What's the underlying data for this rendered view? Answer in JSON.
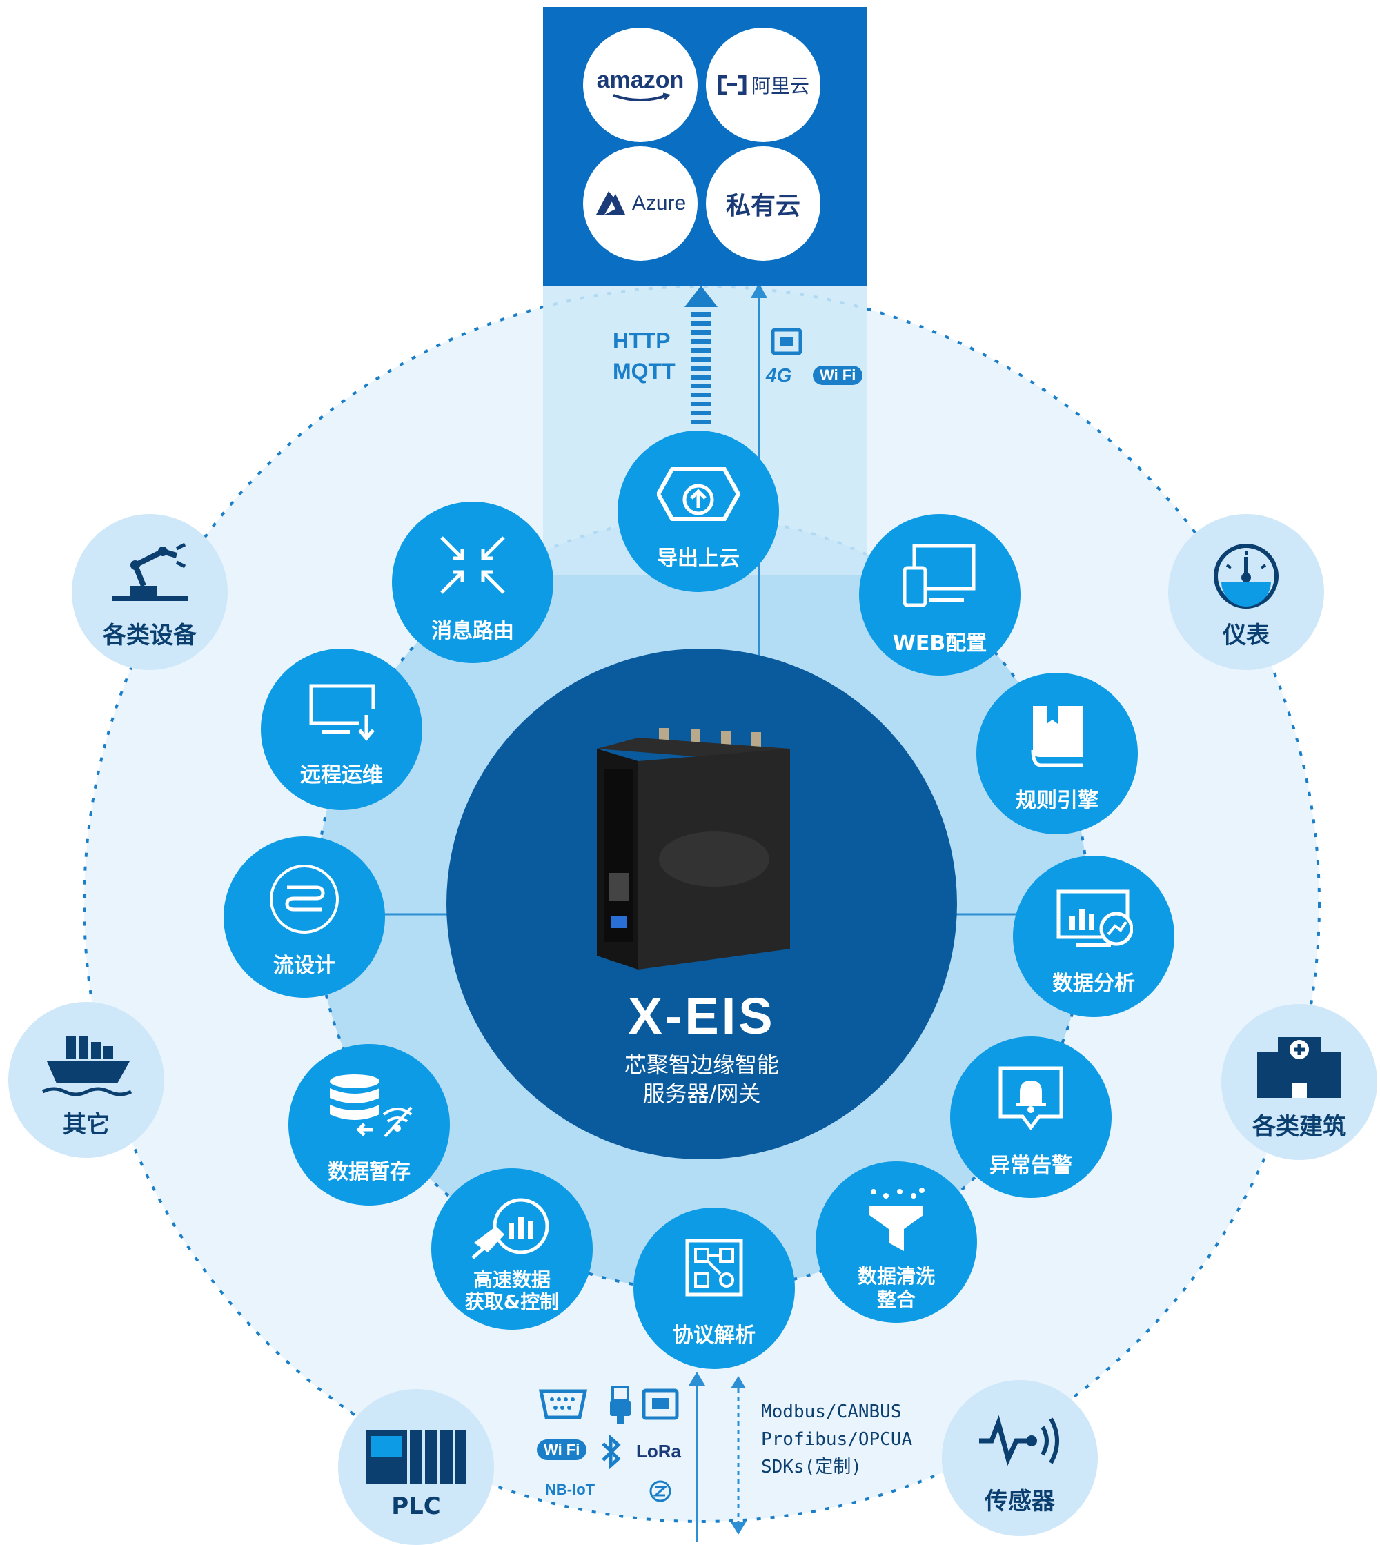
{
  "cloud": {
    "providers": [
      {
        "label": "amazon",
        "icon": "amazon-logo"
      },
      {
        "label": "阿里云",
        "icon": "aliyun-logo"
      },
      {
        "label": "Azure",
        "icon": "azure-logo"
      },
      {
        "label": "私有云",
        "icon": ""
      }
    ],
    "protocols": [
      "HTTP",
      "MQTT"
    ],
    "links": [
      "4G",
      "Wi Fi"
    ]
  },
  "center": {
    "title": "X-EIS",
    "subtitle_line1": "芯聚智边缘智能",
    "subtitle_line2": "服务器/网关"
  },
  "features": [
    {
      "label": "导出上云",
      "icon": "cloud-upload-icon"
    },
    {
      "label": "WEB配置",
      "icon": "devices-icon"
    },
    {
      "label": "规则引擎",
      "icon": "book-icon"
    },
    {
      "label": "数据分析",
      "icon": "analytics-icon"
    },
    {
      "label": "异常告警",
      "icon": "bell-icon"
    },
    {
      "label": "数据清洗",
      "label2": "整合",
      "icon": "filter-icon"
    },
    {
      "label": "协议解析",
      "icon": "protocol-icon"
    },
    {
      "label": "高速数据",
      "label2": "获取&控制",
      "icon": "rocket-icon"
    },
    {
      "label": "数据暂存",
      "icon": "database-icon"
    },
    {
      "label": "流设计",
      "icon": "flow-icon"
    },
    {
      "label": "远程运维",
      "icon": "monitor-icon"
    },
    {
      "label": "消息路由",
      "icon": "route-icon"
    }
  ],
  "outer_nodes": [
    {
      "label": "各类设备",
      "icon": "robot-arm-icon"
    },
    {
      "label": "仪表",
      "icon": "gauge-icon"
    },
    {
      "label": "各类建筑",
      "icon": "hospital-icon"
    },
    {
      "label": "传感器",
      "icon": "sensor-icon"
    },
    {
      "label": "PLC",
      "icon": "plc-icon"
    },
    {
      "label": "其它",
      "icon": "ship-icon"
    }
  ],
  "connectivity": {
    "items": [
      "LoRa",
      "NB-IoT",
      "Wi Fi"
    ],
    "protocols": [
      "Modbus/CANBUS",
      "Profibus/OPCUA",
      "SDKs(定制)"
    ]
  },
  "colors": {
    "dark_blue": "#0a5a9e",
    "feature_blue": "#0e9be6",
    "ring_light": "#e9f4fc",
    "ring_mid": "#b3dcf5",
    "outer_node": "#cfe8f9",
    "cloud_box": "#0a6fc2"
  }
}
